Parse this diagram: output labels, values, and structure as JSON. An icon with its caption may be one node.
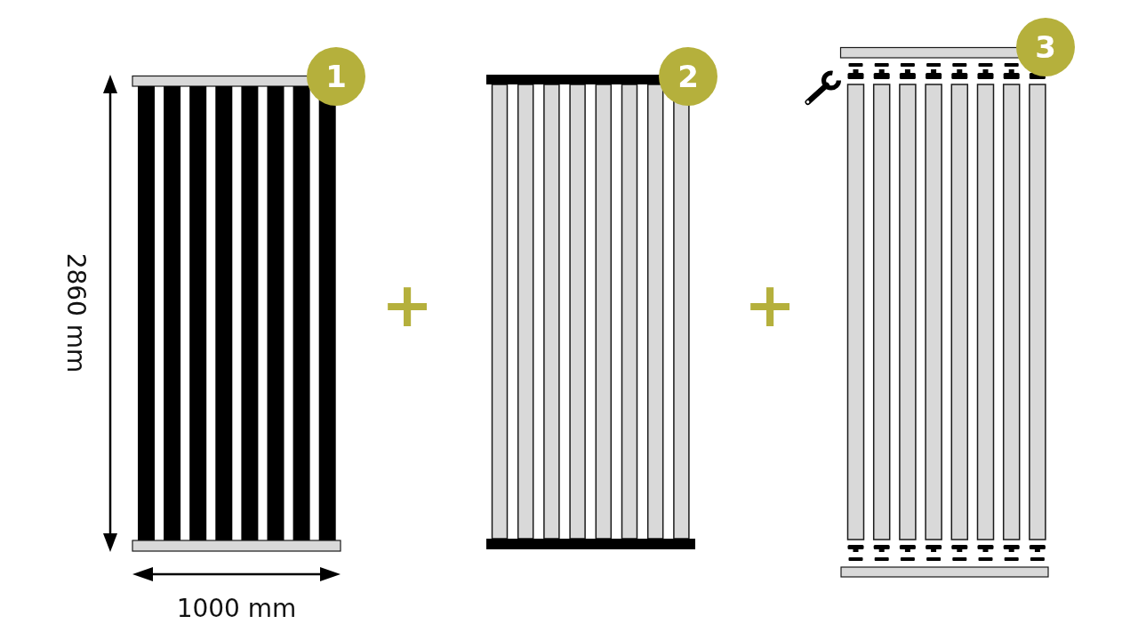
{
  "diagram": {
    "nodes": [
      {
        "text": [
          "1"
        ]
      },
      {
        "text": [
          "2"
        ]
      },
      {
        "text": [
          "3"
        ]
      }
    ],
    "labels": [
      "2860 mm",
      "+",
      "+",
      "1000 mm"
    ]
  }
}
